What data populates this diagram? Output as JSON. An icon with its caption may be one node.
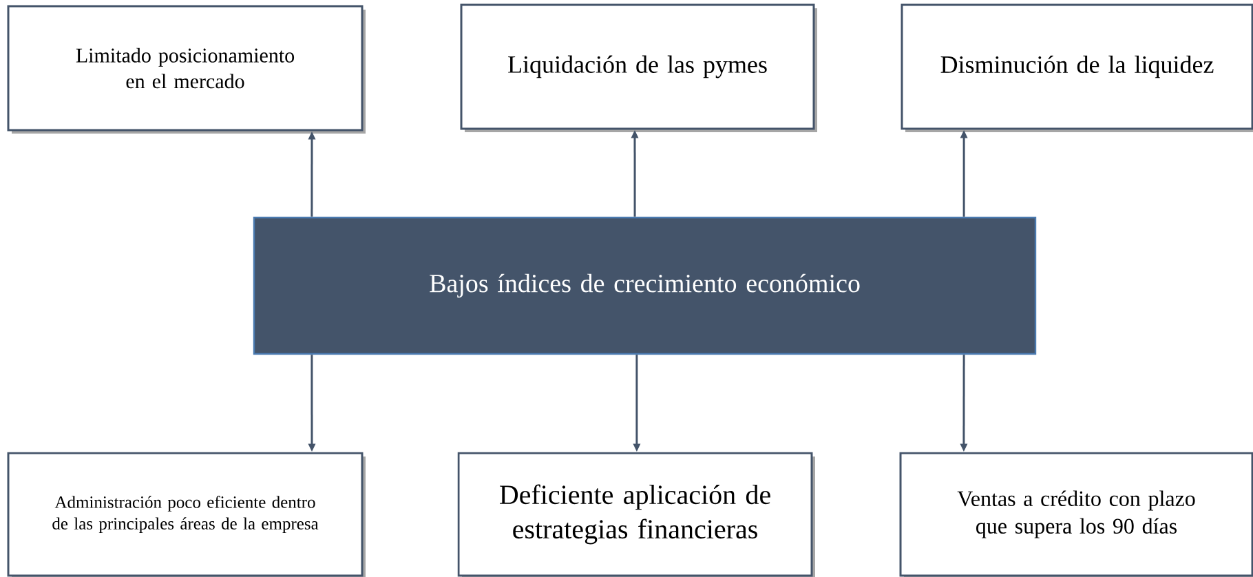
{
  "diagram": {
    "nodes": [
      {
        "text": [
          "Limitado posicionamiento en el mercado"
        ]
      },
      {
        "text": [
          "Liquidación de las pymes"
        ]
      },
      {
        "text": [
          "Disminución de la liquidez"
        ]
      },
      {
        "text": [
          "Bajos índices de crecimiento económico"
        ]
      },
      {
        "text": [
          "Administración poco eficiente dentro de las principales áreas de la empresa"
        ]
      },
      {
        "text": [
          "Deficiente aplicación de estrategias financieras"
        ]
      },
      {
        "text": [
          "Ventas a crédito con plazo que supera los 90 días"
        ]
      }
    ],
    "edges": [
      {
        "from": 3,
        "to": 0,
        "arrow": "to"
      },
      {
        "from": 3,
        "to": 1,
        "arrow": "to"
      },
      {
        "from": 3,
        "to": 2,
        "arrow": "to"
      },
      {
        "from": 3,
        "to": 4,
        "arrow": "to"
      },
      {
        "from": 3,
        "to": 5,
        "arrow": "to"
      },
      {
        "from": 3,
        "to": 6,
        "arrow": "to"
      }
    ]
  }
}
